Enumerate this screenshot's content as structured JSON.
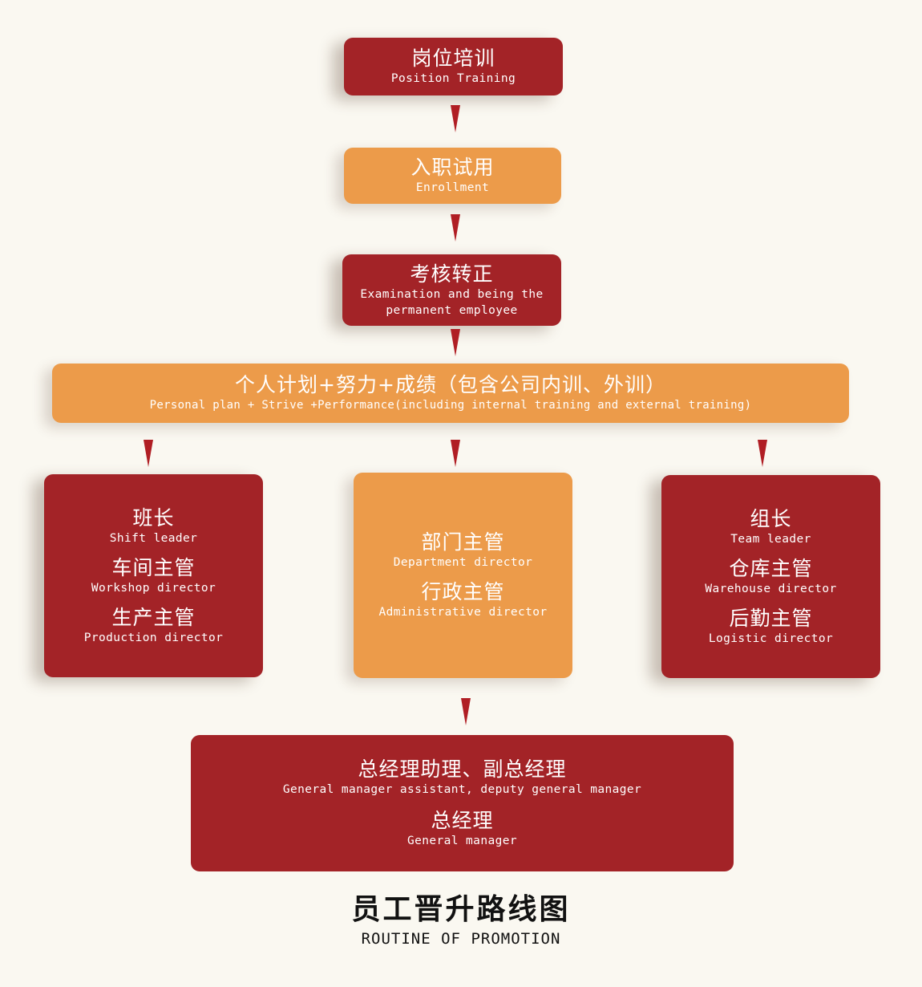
{
  "steps": {
    "position_training": {
      "cn": "岗位培训",
      "en": "Position Training"
    },
    "enrollment": {
      "cn": "入职试用",
      "en": "Enrollment"
    },
    "examination": {
      "cn": "考核转正",
      "en_line1": "Examination and being the",
      "en_line2": "permanent employee"
    },
    "personal_plan": {
      "cn": "个人计划+努力+成绩（包含公司内训、外训）",
      "en": "Personal plan + Strive +Performance(including internal training and external training)"
    }
  },
  "branches": {
    "left": [
      {
        "cn": "班长",
        "en": "Shift leader"
      },
      {
        "cn": "车间主管",
        "en": "Workshop director"
      },
      {
        "cn": "生产主管",
        "en": "Production director"
      }
    ],
    "middle": [
      {
        "cn": "部门主管",
        "en": "Department director"
      },
      {
        "cn": "行政主管",
        "en": "Administrative director"
      }
    ],
    "right": [
      {
        "cn": "组长",
        "en": "Team leader"
      },
      {
        "cn": "仓库主管",
        "en": "Warehouse director"
      },
      {
        "cn": "后勤主管",
        "en": "Logistic director"
      }
    ]
  },
  "top_level": [
    {
      "cn": "总经理助理、副总经理",
      "en": "General manager assistant, deputy general manager"
    },
    {
      "cn": "总经理",
      "en": "General manager"
    }
  ],
  "footer": {
    "title": "员工晋升路线图",
    "subtitle": "ROUTINE OF PROMOTION"
  },
  "colors": {
    "red": "#a32327",
    "orange": "#ec9b4a",
    "arrow": "#b01e24",
    "background": "#faf8f1"
  }
}
